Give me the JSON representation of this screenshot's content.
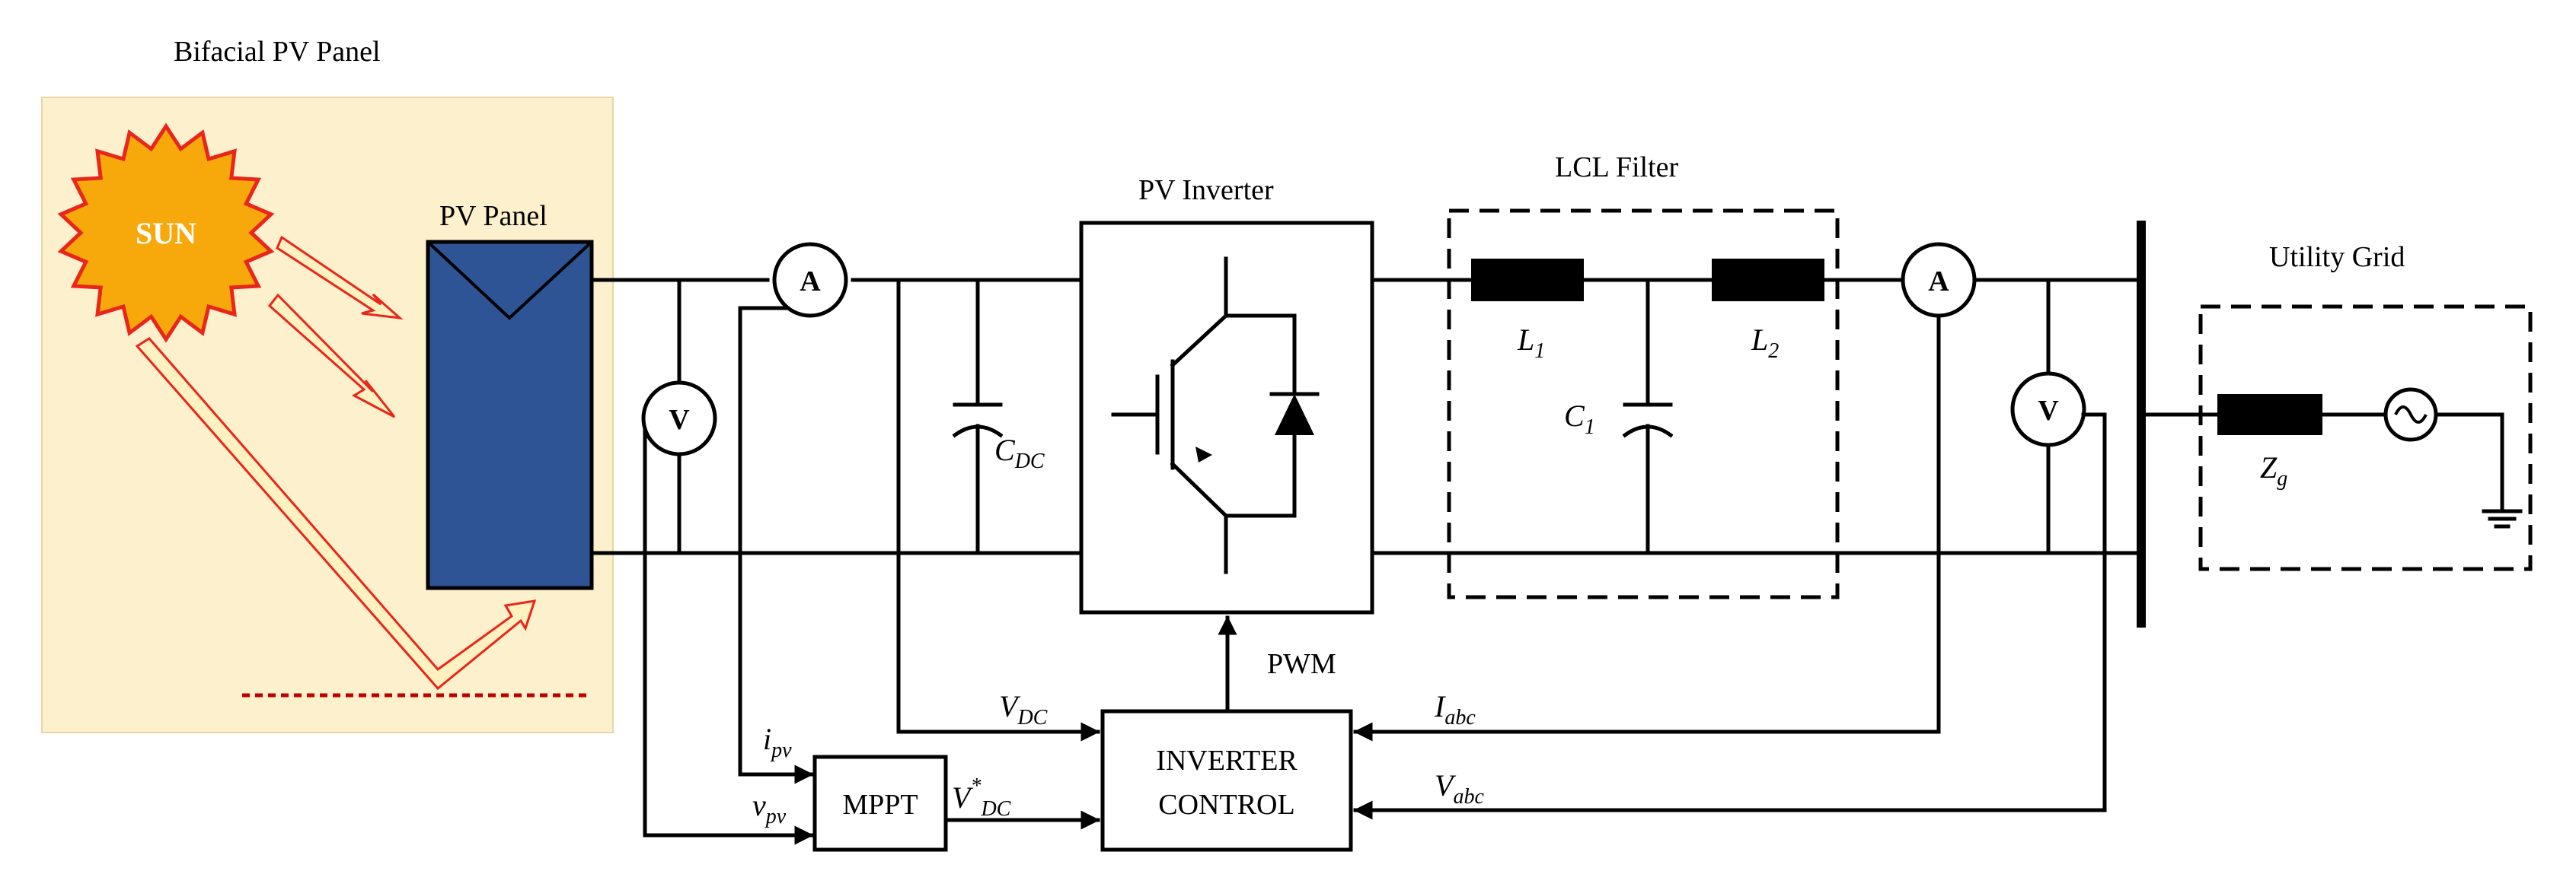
{
  "title": "Bifacial PV Panel",
  "sun_label": "SUN",
  "pv_panel_label": "PV Panel",
  "pv_inverter_label": "PV Inverter",
  "lcl_filter_label": "LCL Filter",
  "utility_grid_label": "Utility Grid",
  "ammeter_symbol": "A",
  "voltmeter_symbol": "V",
  "capacitor_dc": {
    "main": "C",
    "sub": "DC"
  },
  "inductor_1": {
    "main": "L",
    "sub": "1"
  },
  "inductor_2": {
    "main": "L",
    "sub": "2"
  },
  "capacitor_1": {
    "main": "C",
    "sub": "1"
  },
  "grid_impedance": {
    "main": "Z",
    "sub": "g"
  },
  "pwm_label": "PWM",
  "mppt_label": "MPPT",
  "inverter_control": {
    "line1": "INVERTER",
    "line2": "CONTROL"
  },
  "signal_vdc": {
    "main": "V",
    "sub": "DC"
  },
  "signal_vdc_ref": {
    "main": "V",
    "sup": "*",
    "sub": "DC"
  },
  "signal_ipv": {
    "main": "i",
    "sub": "pv"
  },
  "signal_vpv": {
    "main": "v",
    "sub": "pv"
  },
  "signal_iabc": {
    "main": "I",
    "sub": "abc"
  },
  "signal_vabc": {
    "main": "V",
    "sub": "abc"
  },
  "colors": {
    "background_panel": "#fdf0cd",
    "sun_fill": "#f7a90b",
    "sun_outline": "#e8261a",
    "pv_panel_fill": "#2e5496",
    "ray_fill": "#fff2c0",
    "ray_outline": "#e8261a",
    "ground_line": "#c00000"
  },
  "icons": [
    "sun-icon",
    "pv-panel-icon",
    "ammeter-icon",
    "voltmeter-icon",
    "igbt-icon",
    "diode-icon",
    "capacitor-icon",
    "inductor-icon",
    "ac-source-icon",
    "ground-icon"
  ]
}
